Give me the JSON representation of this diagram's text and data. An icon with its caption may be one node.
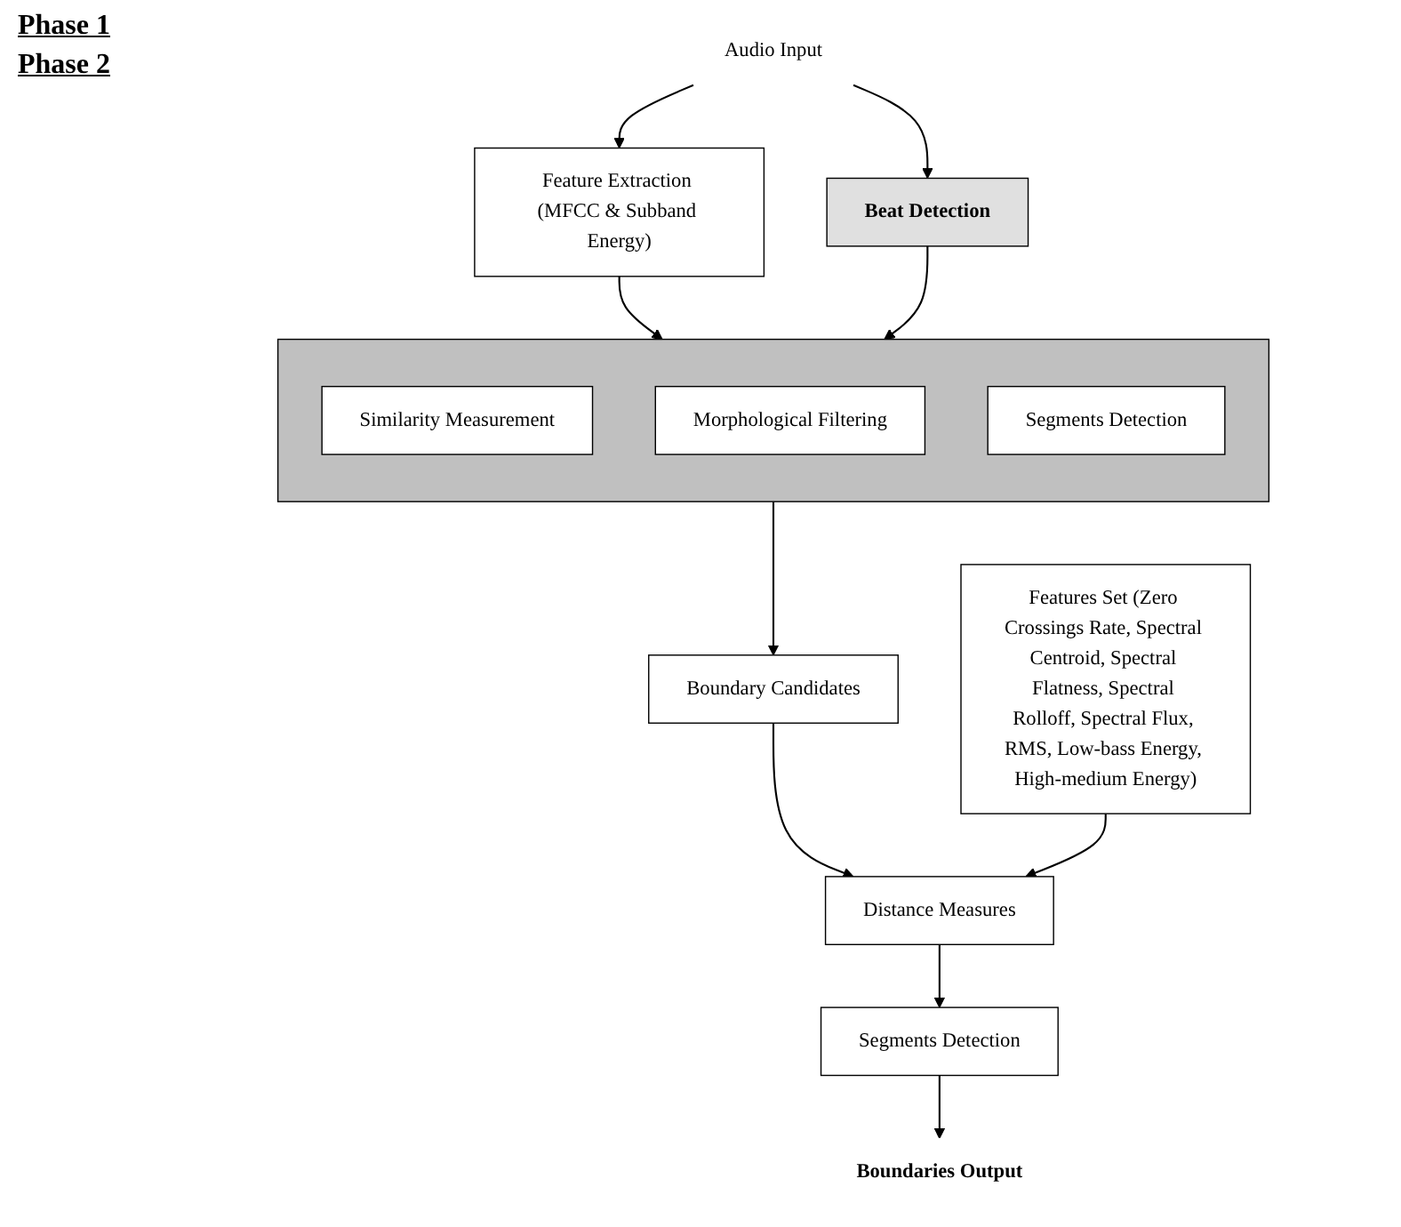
{
  "diagram": {
    "nodes": [
      {
        "text": [
          "Audio Input"
        ]
      },
      {
        "text": [
          "Feature Extraction (MFCC & Subband Energy)"
        ]
      },
      {
        "text": [
          "Beat Detection"
        ]
      },
      {
        "text": [],
        "shape": "box"
      },
      {
        "text": [
          "Similarity Measurement"
        ],
        "in": 3
      },
      {
        "text": [
          "Morphological Filtering"
        ],
        "in": 3
      },
      {
        "text": [
          "Segments Detection"
        ],
        "in": 3
      },
      {
        "text": [
          "Boundary Candidates"
        ]
      },
      {
        "text": [
          "Features Set (Zero Crossings Rate, Spectral Centroid, Spectral Flatness, Spectral Rolloff, Spectral Flux, RMS, Low-bass Energy, High-medium Energy)"
        ]
      },
      {
        "text": [
          "Distance Measures"
        ]
      },
      {
        "text": [
          "Segments Detection"
        ]
      },
      {
        "text": [
          "Boundaries Output"
        ]
      }
    ],
    "edges": [
      {
        "from": 0,
        "to": 1,
        "arrow": "to"
      },
      {
        "from": 0,
        "to": 2,
        "arrow": "to"
      },
      {
        "from": 1,
        "to": 3,
        "arrow": "to"
      },
      {
        "from": 2,
        "to": 3,
        "arrow": "to"
      },
      {
        "from": 3,
        "to": 7,
        "arrow": "to"
      },
      {
        "from": 7,
        "to": 9,
        "arrow": "to"
      },
      {
        "from": 8,
        "to": 9,
        "arrow": "to"
      },
      {
        "from": 9,
        "to": 10,
        "arrow": "to"
      },
      {
        "from": 10,
        "to": 11,
        "arrow": "to"
      }
    ],
    "labels": [
      "Phase 1",
      "Phase 2"
    ]
  }
}
